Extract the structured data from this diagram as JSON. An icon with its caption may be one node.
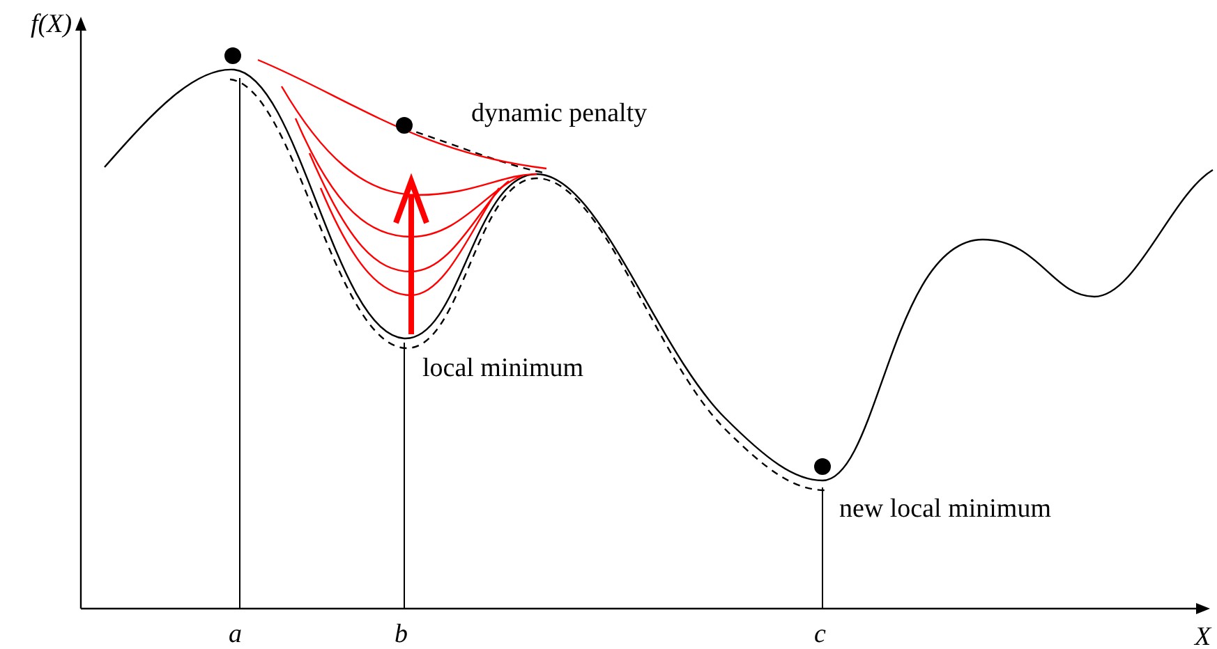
{
  "diagram": {
    "labels": [
      "f(X)",
      "X",
      "a",
      "b",
      "c",
      "dynamic penalty",
      "local minimum",
      "new local minimum"
    ]
  }
}
